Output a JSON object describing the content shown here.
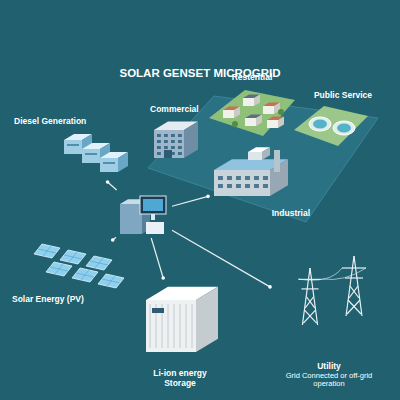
{
  "diagram": {
    "title": "SOLAR GENSET MICROGRID",
    "nodes": [
      {
        "text": [
          "Diesel Generation"
        ]
      },
      {
        "text": [
          "Commercial"
        ]
      },
      {
        "text": [
          "Restential"
        ]
      },
      {
        "text": [
          "Public Service"
        ]
      },
      {
        "text": [
          "Industrial"
        ]
      },
      {
        "text": []
      },
      {
        "text": [
          "Solar Energy (PV)"
        ]
      },
      {
        "text": [
          "Li-ion energy Storage"
        ]
      },
      {
        "text": [
          "Utility",
          "Grid Connected or off-grid operation"
        ]
      }
    ],
    "edges": [
      {
        "from": 5,
        "to": 0,
        "arrow": "none"
      },
      {
        "from": 5,
        "to": 4,
        "arrow": "none"
      },
      {
        "from": 5,
        "to": 6,
        "arrow": "none"
      },
      {
        "from": 5,
        "to": 7,
        "arrow": "none"
      },
      {
        "from": 5,
        "to": 8,
        "arrow": "none"
      }
    ]
  }
}
